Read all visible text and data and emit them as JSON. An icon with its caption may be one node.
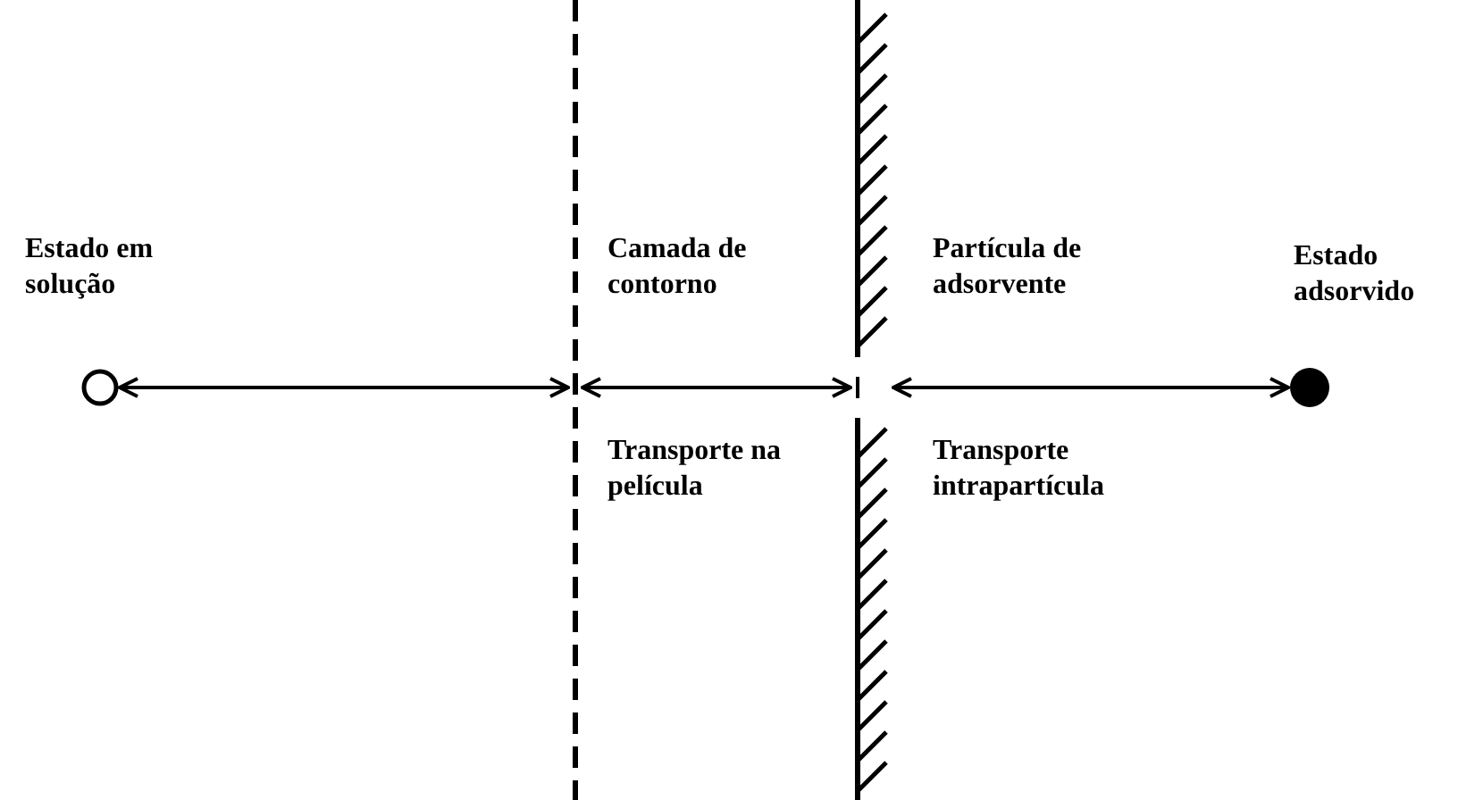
{
  "diagram": {
    "nodes": [
      {
        "text": [],
        "shape": "circle",
        "beside": [
          "Estado em solução"
        ]
      },
      {
        "text": [],
        "shape": "line",
        "beside": [
          "Camada de contorno"
        ]
      },
      {
        "text": [],
        "shape": "wall",
        "beside": [
          "Partícula de adsorvente"
        ]
      },
      {
        "text": [],
        "shape": "dot",
        "beside": [
          "Estado adsorvido"
        ]
      }
    ],
    "edges": [
      {
        "from": 0,
        "to": 1,
        "arrow": "both"
      },
      {
        "from": 1,
        "to": 2,
        "arrow": "both",
        "label": "Transporte na película"
      },
      {
        "from": 2,
        "to": 3,
        "arrow": "both",
        "label": "Transporte intrapartícula"
      }
    ]
  }
}
